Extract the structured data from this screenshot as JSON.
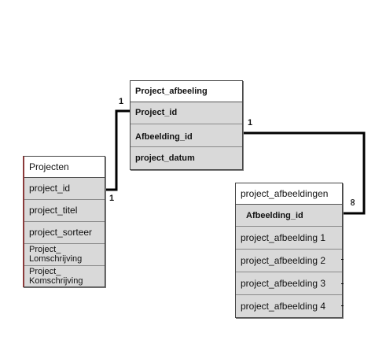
{
  "tables": {
    "project_afbeeling": {
      "title": "Project_afbeeling",
      "fields": [
        "Project_id",
        "Afbeelding_id",
        "project_datum"
      ]
    },
    "projecten": {
      "title": "Projecten",
      "fields": [
        "project_id",
        "project_titel",
        "project_sorteer"
      ],
      "multiline_fields": [
        [
          "Project_",
          "Lomschrijving"
        ],
        [
          "Project_",
          "Komschrijving"
        ]
      ]
    },
    "project_afbeeldingen": {
      "title": "project_afbeeldingen",
      "fields": [
        "Afbeelding_id",
        "project_afbeelding 1",
        "project_afbeelding 2",
        "project_afbeelding 3",
        "project_afbeelding 4"
      ]
    }
  },
  "relationships": {
    "r1": {
      "one_a": "1",
      "one_b": "1"
    },
    "r2": {
      "one": "1",
      "many": "∞"
    }
  },
  "colors": {
    "field_bg": "#d9d9d9",
    "line": "#000000",
    "accent_edge": "#8b3a3a"
  }
}
